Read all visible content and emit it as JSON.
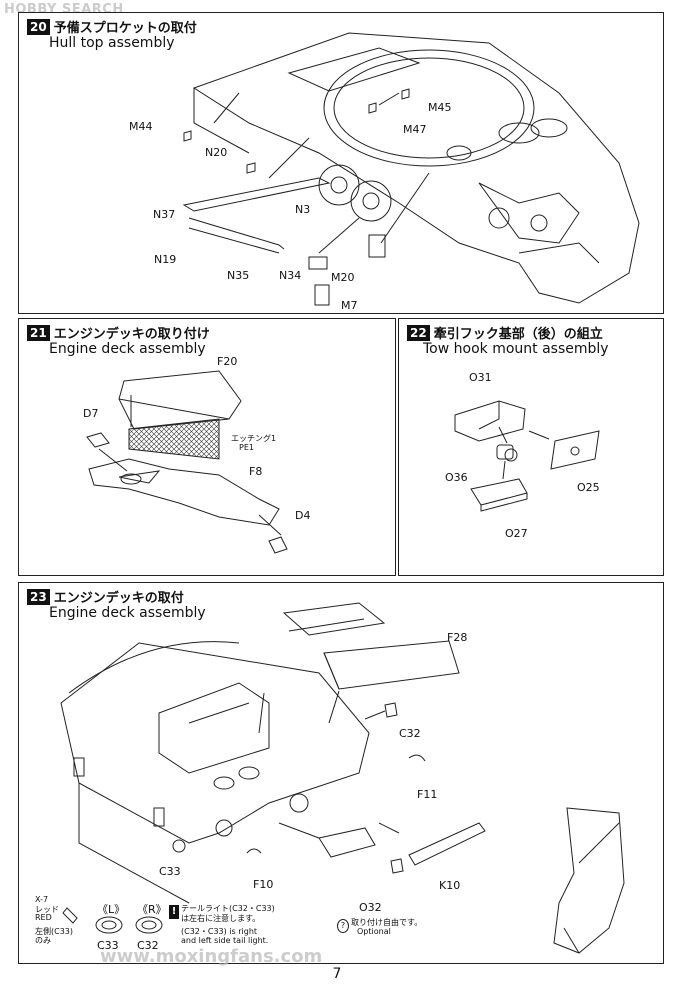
{
  "watermark": {
    "top": "HOBBY SEARCH",
    "bottom": "www.moxingfans.com"
  },
  "page_number": "7",
  "step20": {
    "num": "20",
    "title_jp": "予備スプロケットの取付",
    "title_en": "Hull top assembly",
    "labels": {
      "M44": "M44",
      "N20": "N20",
      "N37": "N37",
      "N19": "N19",
      "N35": "N35",
      "N34": "N34",
      "N3": "N3",
      "M20": "M20",
      "M7": "M7",
      "M45": "M45",
      "M47": "M47"
    }
  },
  "step21": {
    "num": "21",
    "title_jp": "エンジンデッキの取り付け",
    "title_en": "Engine deck assembly",
    "labels": {
      "F20": "F20",
      "D7": "D7",
      "F8": "F8",
      "D4": "D4",
      "etching": "エッチング1",
      "pe": "PE1"
    }
  },
  "step22": {
    "num": "22",
    "title_jp": "牽引フック基部（後）の組立",
    "title_en": "Tow hook mount  assembly",
    "labels": {
      "O31": "O31",
      "O36": "O36",
      "O25": "O25",
      "O27": "O27"
    }
  },
  "step23": {
    "num": "23",
    "title_jp": "エンジンデッキの取付",
    "title_en": "Engine deck assembly",
    "labels": {
      "F28": "F28",
      "C32": "C32",
      "F11": "F11",
      "C33": "C33",
      "F10": "F10",
      "K10": "K10",
      "O32": "O32"
    },
    "paint_note": {
      "code": "X-7",
      "jp": "レッド",
      "en": "RED",
      "side": "左側(C33)",
      "only": "のみ"
    },
    "lr": {
      "left": "《L》",
      "right": "《R》",
      "left_part": "C33",
      "right_part": "C32"
    },
    "tail_note": {
      "jp1": "テールライト(C32・C33)",
      "jp2": "は左右に注意します。",
      "en1": "(C32・C33) is right",
      "en2": "and left side tail light."
    },
    "optional": {
      "jp": "取り付け自由です。",
      "en": "Optional"
    }
  }
}
